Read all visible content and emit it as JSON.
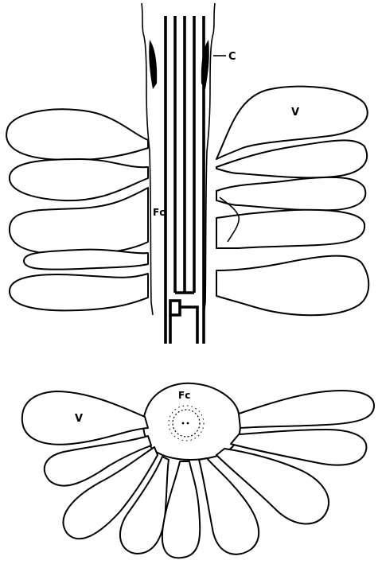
{
  "labels": {
    "c": "C",
    "v_top": "V",
    "fc_top": "Fc",
    "fc_bottom": "Fc",
    "v_bottom": "V"
  }
}
